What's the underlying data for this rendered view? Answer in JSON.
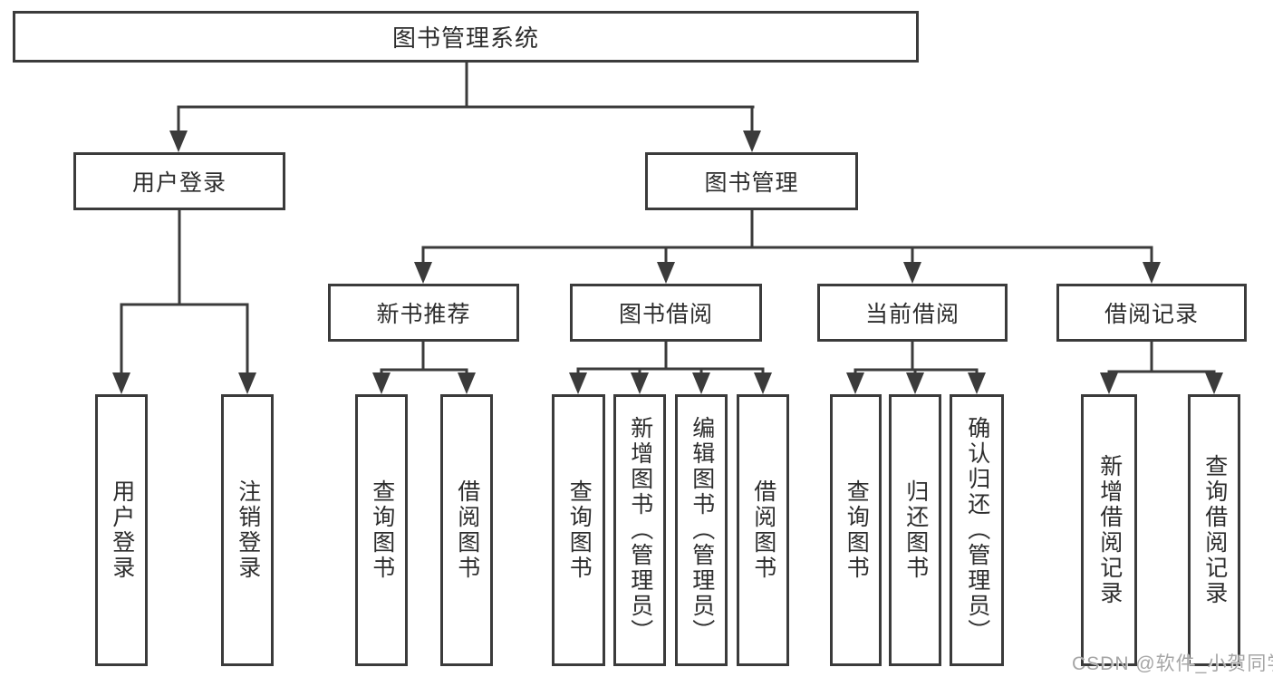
{
  "colors": {
    "line": "#3b3b3b",
    "text": "#2d2d2d",
    "watermark": "#a6a6a6",
    "background": "#ffffff"
  },
  "tree": {
    "root": "图书管理系统",
    "branches": [
      {
        "label": "用户登录",
        "children": [
          "用户登录",
          "注销登录"
        ]
      },
      {
        "label": "图书管理",
        "sections": [
          {
            "label": "新书推荐",
            "children": [
              "查询图书",
              "借阅图书"
            ]
          },
          {
            "label": "图书借阅",
            "children": [
              "查询图书",
              "新增图书（管理员）",
              "编辑图书（管理员）",
              "借阅图书"
            ]
          },
          {
            "label": "当前借阅",
            "children": [
              "查询图书",
              "归还图书",
              "确认归还（管理员）"
            ]
          },
          {
            "label": "借阅记录",
            "children": [
              "新增借阅记录",
              "查询借阅记录"
            ]
          }
        ]
      }
    ]
  },
  "watermark": "CSDN @软件_小贺同学"
}
